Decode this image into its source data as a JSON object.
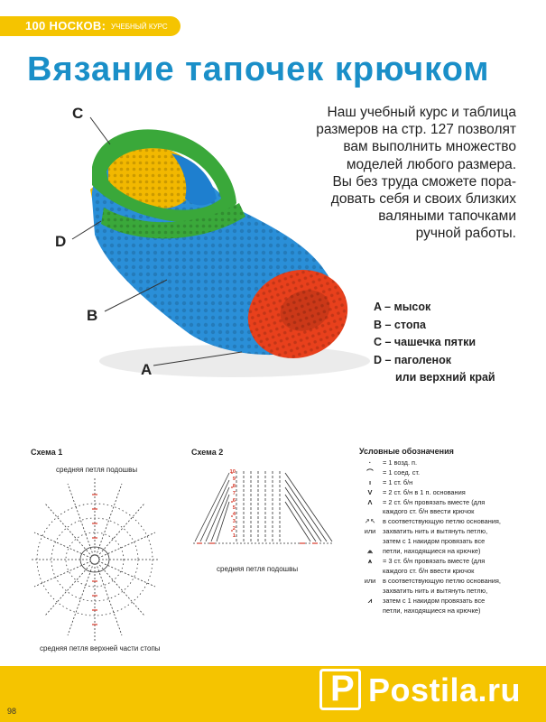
{
  "header": {
    "series": "100 НОСКОВ:",
    "course": "учебный курс"
  },
  "title": "Вязание тапочек крючком",
  "intro_lines": [
    "Наш учебный курс и таблица",
    "размеров на стр. 127 позволят",
    "вам выполнить множество",
    "моделей любого размера.",
    "Вы без труда сможете пора-",
    "довать себя и своих близких",
    "валяными тапочками",
    "ручной работы."
  ],
  "callouts": [
    "C",
    "D",
    "B",
    "A"
  ],
  "legend": {
    "a": "A – мысок",
    "b": "B – стопа",
    "c": "C – чашечка пятки",
    "d1": "D – паголенок",
    "d2": "или верхний край"
  },
  "scheme1": {
    "title": "Схема 1",
    "top_note": "средняя петля подошвы",
    "bottom_note": "средняя петля верхней части стопы"
  },
  "scheme2": {
    "title": "Схема 2",
    "row_labels": [
      "10",
      "9",
      "8",
      "7",
      "6",
      "5",
      "4",
      "3",
      "2",
      "1"
    ],
    "bottom_note": "средняя петля подошвы"
  },
  "notation": {
    "title": "Условные обозначения",
    "s1": "= 1 возд. п.",
    "s2": "= 1 соед. ст.",
    "s3": "= 1 ст. б/н",
    "s4": "= 2 ст. б/н в 1 п. основания",
    "s5": "= 2 ст. б/н провязать вместе (для",
    "s5b": "каждого ст. б/н ввести крючок",
    "s5c": "в соответствующую петлю основания,",
    "s5d": "захватить нить и вытянуть петлю,",
    "s5e": "затем с 1 накидом провязать все",
    "s5f": "петли, находящиеся на крючке)",
    "or1": "или",
    "s6": "= 3 ст. б/н провязать вместе (для",
    "s6b": "каждого ст. б/н ввести крючок",
    "s6c": "в соответствующую петлю основания,",
    "s6d": "захватить нить и вытянуть петлю,",
    "s6e": "затем с 1 накидом провязать все",
    "s6f": "петли, находящиеся на крючке)",
    "or2": "или"
  },
  "page_number": "98",
  "watermark": {
    "letter": "P",
    "text": "Postila.ru"
  },
  "colors": {
    "accent": "#f5c400",
    "title": "#1a8fc8",
    "slipper_blue": "#2a8fd8",
    "slipper_green": "#3aa83a",
    "slipper_red": "#e8401c",
    "slipper_yellow": "#f2b800",
    "diagram_red": "#d83a2a"
  }
}
